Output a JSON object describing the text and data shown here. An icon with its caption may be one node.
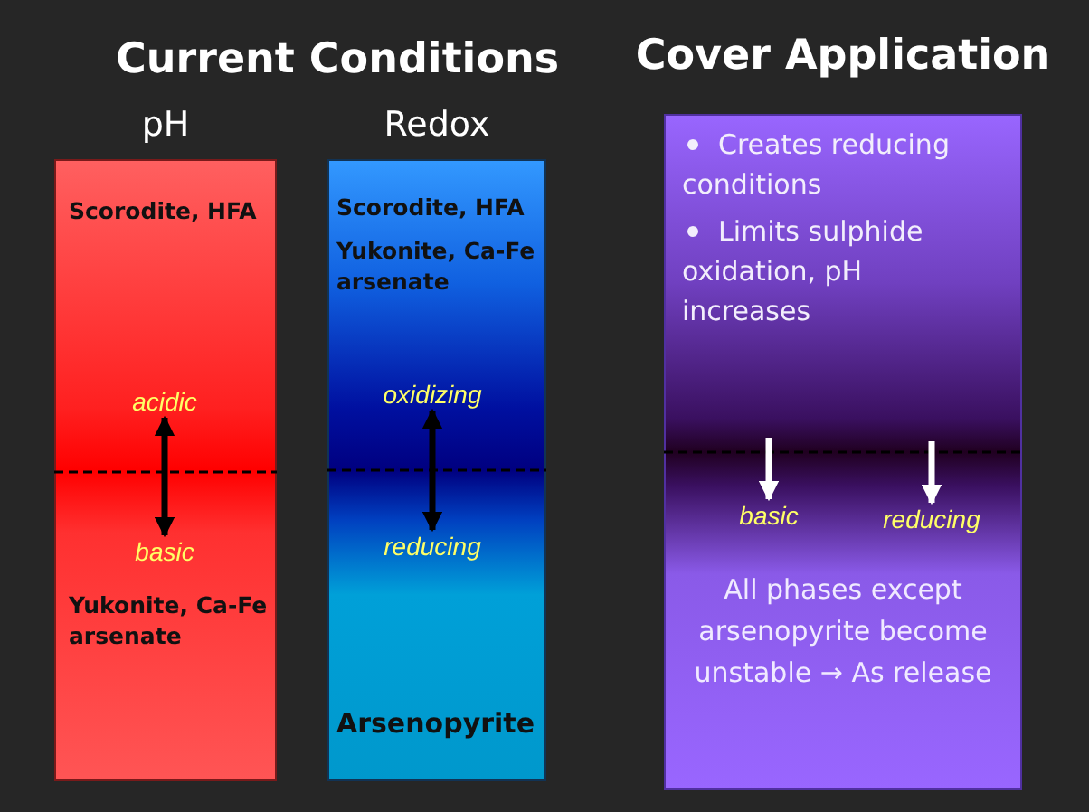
{
  "diagram": {
    "nodes": [
      {
        "text": [
          "pH"
        ]
      },
      {
        "text": [
          "Scorodite, HFA"
        ],
        "in": 0
      },
      {
        "text": [
          "acidic"
        ],
        "in": 0
      },
      {
        "text": [
          "basic"
        ],
        "in": 0
      },
      {
        "text": [
          "Yukonite, Ca-Fe arsenate"
        ],
        "in": 0
      },
      {
        "text": [
          "Redox"
        ]
      },
      {
        "text": [
          "Scorodite, HFA"
        ],
        "in": 5
      },
      {
        "text": [
          "Yukonite, Ca-Fe arsenate"
        ],
        "in": 5
      },
      {
        "text": [
          "oxidizing"
        ],
        "in": 5
      },
      {
        "text": [
          "reducing"
        ],
        "in": 5
      },
      {
        "text": [
          "Arsenopyrite"
        ],
        "in": 5
      },
      {
        "text": [
          "Cover Application",
          "Creates reducing conditions",
          "Limits sulphide oxidation, pH increases"
        ]
      },
      {
        "text": [
          "basic"
        ],
        "in": 11
      },
      {
        "text": [
          "reducing"
        ],
        "in": 11
      },
      {
        "text": [
          "All phases except arsenopyrite become unstable → As release"
        ],
        "in": 11
      }
    ],
    "edges": [
      {
        "from": 2,
        "to": 3,
        "arrow": "both"
      },
      {
        "from": 8,
        "to": 9,
        "arrow": "both"
      },
      {
        "from": null,
        "to": 12,
        "arrow": "to",
        "color": "#ffffff"
      },
      {
        "from": null,
        "to": 13,
        "arrow": "to",
        "color": "#ffffff"
      }
    ],
    "labels": [
      "Current Conditions"
    ]
  }
}
